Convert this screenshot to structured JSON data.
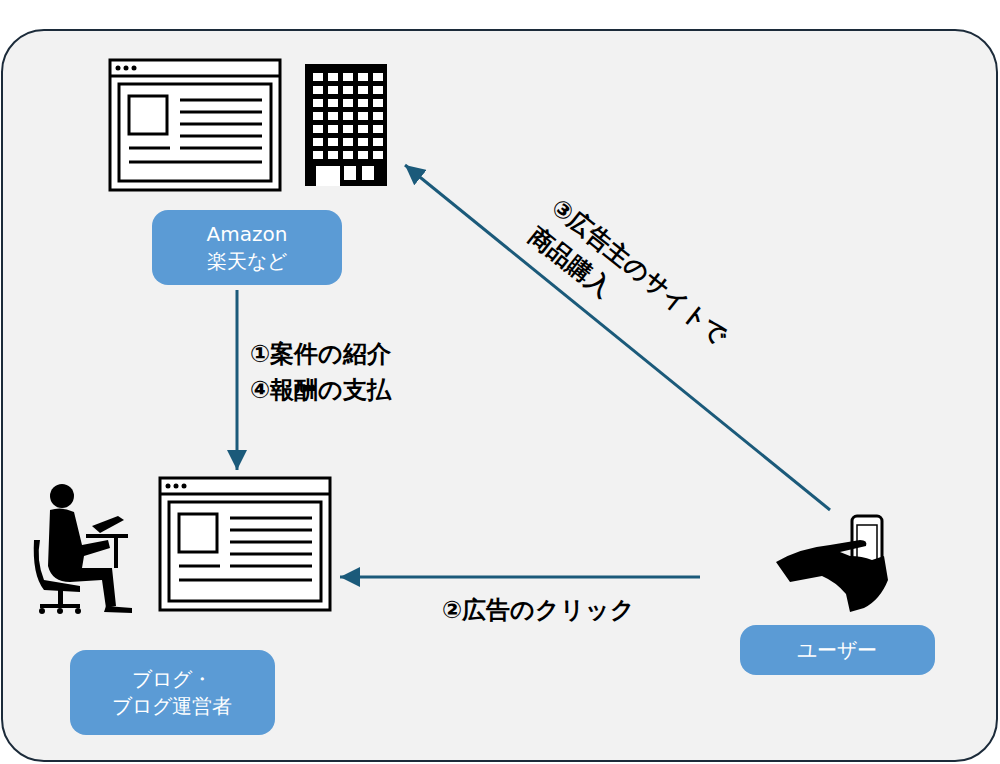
{
  "diagram": {
    "nodes": [
      {
        "text": [
          "Amazon 楽天など"
        ]
      },
      {
        "text": [
          "ブログ・ ブログ運営者"
        ]
      },
      {
        "text": [
          "ユーザー"
        ]
      }
    ],
    "edges": [
      {
        "from": 0,
        "to": 1,
        "arrow": "to",
        "label": "①案件の紹介 ④報酬の支払"
      },
      {
        "from": 2,
        "to": 1,
        "arrow": "to",
        "label": "②広告のクリック"
      },
      {
        "from": 2,
        "to": 0,
        "arrow": "to",
        "label": "③広告主のサイトで 商品購入"
      }
    ]
  }
}
